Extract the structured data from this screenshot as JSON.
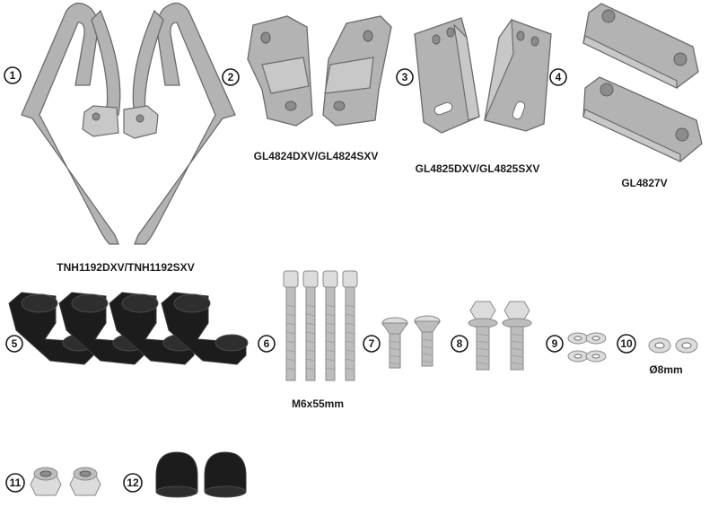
{
  "items": [
    {
      "number": "1"
    },
    {
      "number": "2"
    },
    {
      "number": "3"
    },
    {
      "number": "4"
    },
    {
      "number": "5"
    },
    {
      "number": "6"
    },
    {
      "number": "7"
    },
    {
      "number": "8"
    },
    {
      "number": "9"
    },
    {
      "number": "10"
    },
    {
      "number": "11"
    },
    {
      "number": "12"
    }
  ],
  "labels": {
    "bars": "TNH1192DXV/TNH1192SXV",
    "brackets_2": "GL4824DXV/GL4824SXV",
    "brackets_3_4": "GL4825DXV/GL4825SXV",
    "plates": "GL4827V",
    "bolt_size": "M6x55mm",
    "washer_size": "Ø8mm"
  },
  "colors": {
    "part_grey": "#b3b3b3",
    "rubber_black": "#1c1c1c",
    "metal": "#dcdcdc"
  }
}
